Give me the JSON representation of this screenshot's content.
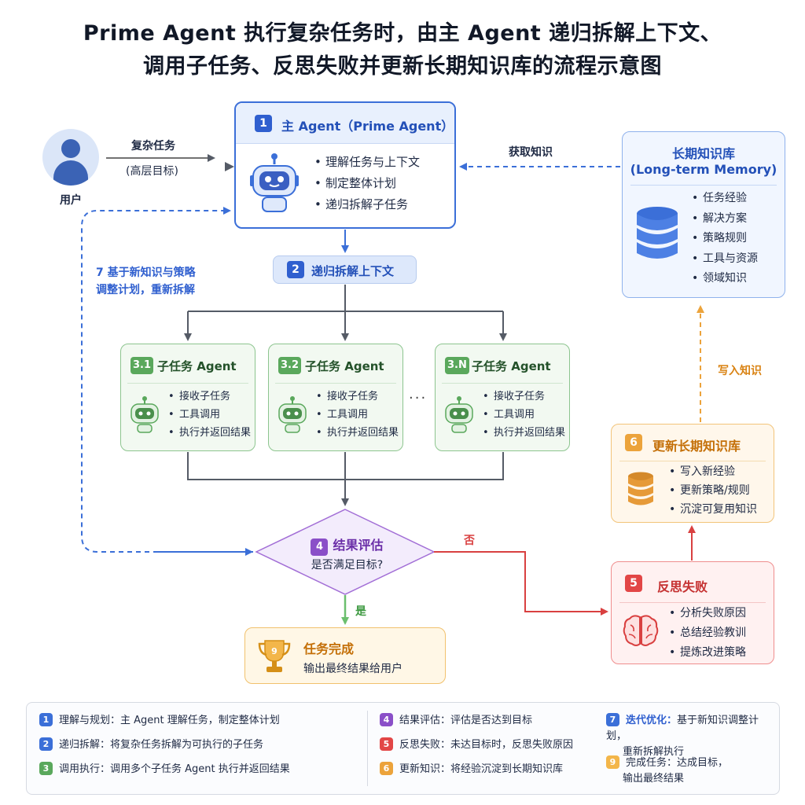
{
  "title": {
    "line1": "Prime Agent 执行复杂任务时，由主 Agent 递归拆解上下文、",
    "line2": "调用子任务、反思失败并更新长期知识库的流程示意图"
  },
  "user": {
    "label": "用户",
    "arrow_label_1": "复杂任务",
    "arrow_label_2": "(高层目标)"
  },
  "prime_agent": {
    "num": "1",
    "title": "主 Agent（Prime Agent）",
    "items": [
      "理解任务与上下文",
      "制定整体计划",
      "递归拆解子任务"
    ]
  },
  "recursive": {
    "num": "2",
    "title": "递归拆解上下文"
  },
  "subtasks": [
    {
      "num": "3.1",
      "title": "子任务 Agent",
      "items": [
        "接收子任务",
        "工具调用",
        "执行并返回结果"
      ]
    },
    {
      "num": "3.2",
      "title": "子任务 Agent",
      "items": [
        "接收子任务",
        "工具调用",
        "执行并返回结果"
      ]
    },
    {
      "num": "3.N",
      "title": "子任务 Agent",
      "items": [
        "接收子任务",
        "工具调用",
        "执行并返回结果"
      ]
    }
  ],
  "ellipsis": "···",
  "evaluate": {
    "num": "4",
    "title": "结果评估",
    "question": "是否满足目标?"
  },
  "yes_label": "是",
  "no_label": "否",
  "done": {
    "title": "任务完成",
    "subtitle": "输出最终结果给用户"
  },
  "memory": {
    "title": "长期知识库",
    "subtitle": "(Long-term Memory)",
    "items": [
      "任务经验",
      "解决方案",
      "策略规则",
      "工具与资源",
      "领域知识"
    ]
  },
  "fetch_label": "获取知识",
  "write_label": "写入知识",
  "update": {
    "num": "6",
    "title": "更新长期知识库",
    "items": [
      "写入新经验",
      "更新策略/规则",
      "沉淀可复用知识"
    ]
  },
  "reflect": {
    "num": "5",
    "title": "反思失败",
    "items": [
      "分析失败原因",
      "总结经验教训",
      "提炼改进策略"
    ]
  },
  "loop_label": {
    "line1": "7 基于新知识与策略",
    "line2": "调整计划，重新拆解"
  },
  "legend": [
    {
      "num": "1",
      "text": "理解与规划：主 Agent 理解任务，制定整体计划",
      "color": "#3b6fd8"
    },
    {
      "num": "2",
      "text": "递归拆解：将复杂任务拆解为可执行的子任务",
      "color": "#3b6fd8"
    },
    {
      "num": "3",
      "text": "调用执行：调用多个子任务 Agent 执行并返回结果",
      "color": "#5aa85c"
    },
    {
      "num": "4",
      "text": "结果评估：评估是否达到目标",
      "color": "#8a4fc8"
    },
    {
      "num": "5",
      "text": "反思失败：未达目标时，反思失败原因",
      "color": "#e24646"
    },
    {
      "num": "6",
      "text": "更新知识：将经验沉淀到长期知识库",
      "color": "#eca33b"
    },
    {
      "num": "7",
      "key": "迭代优化：",
      "line1": "基于新知识调整计划，",
      "line2": "重新拆解执行",
      "color": "#3b6fd8"
    },
    {
      "num": "9",
      "key": "完成任务：",
      "line1": "达成目标，",
      "line2": "输出最终结果",
      "color": "#f3b64a"
    }
  ],
  "colors": {
    "blue": "#3b6fd8",
    "green": "#5aa85c",
    "purple": "#8a4fc8",
    "red": "#e24646",
    "orange": "#eca33b"
  }
}
